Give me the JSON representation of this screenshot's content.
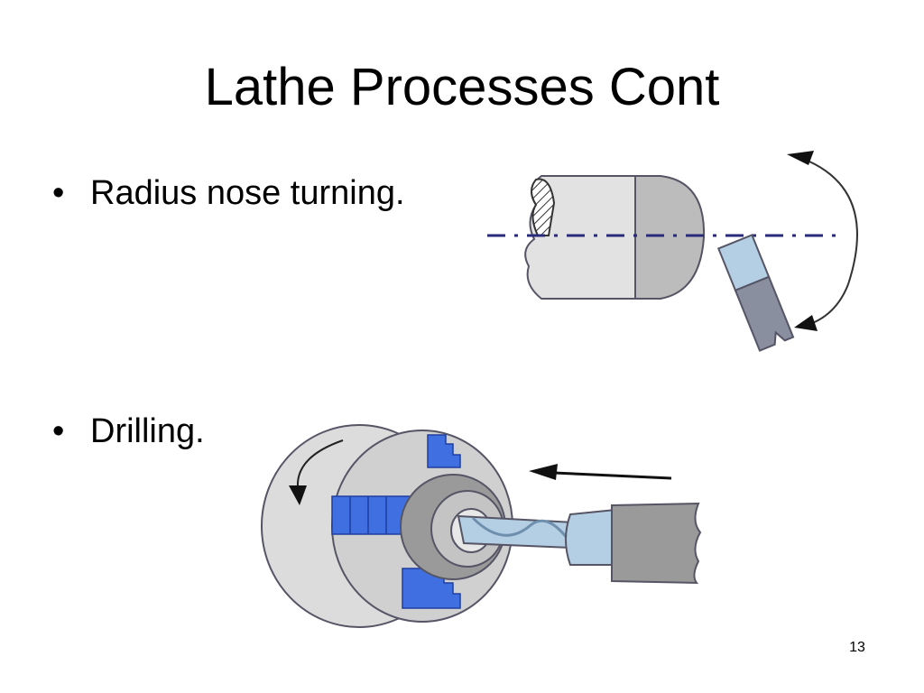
{
  "slide": {
    "title": "Lathe Processes Cont",
    "bullets": [
      {
        "marker": "•",
        "text": "Radius nose turning."
      },
      {
        "marker": "•",
        "text": "Drilling."
      }
    ],
    "page_number": "13"
  },
  "colors": {
    "stock_light": "#e0e0e0",
    "stock_dark": "#b8b8b8",
    "tool_light": "#b4cfe4",
    "tool_dark": "#8a8fa0",
    "jaw_blue": "#3f6fe0",
    "centerline": "#2a2a7a",
    "outline": "#555566"
  }
}
